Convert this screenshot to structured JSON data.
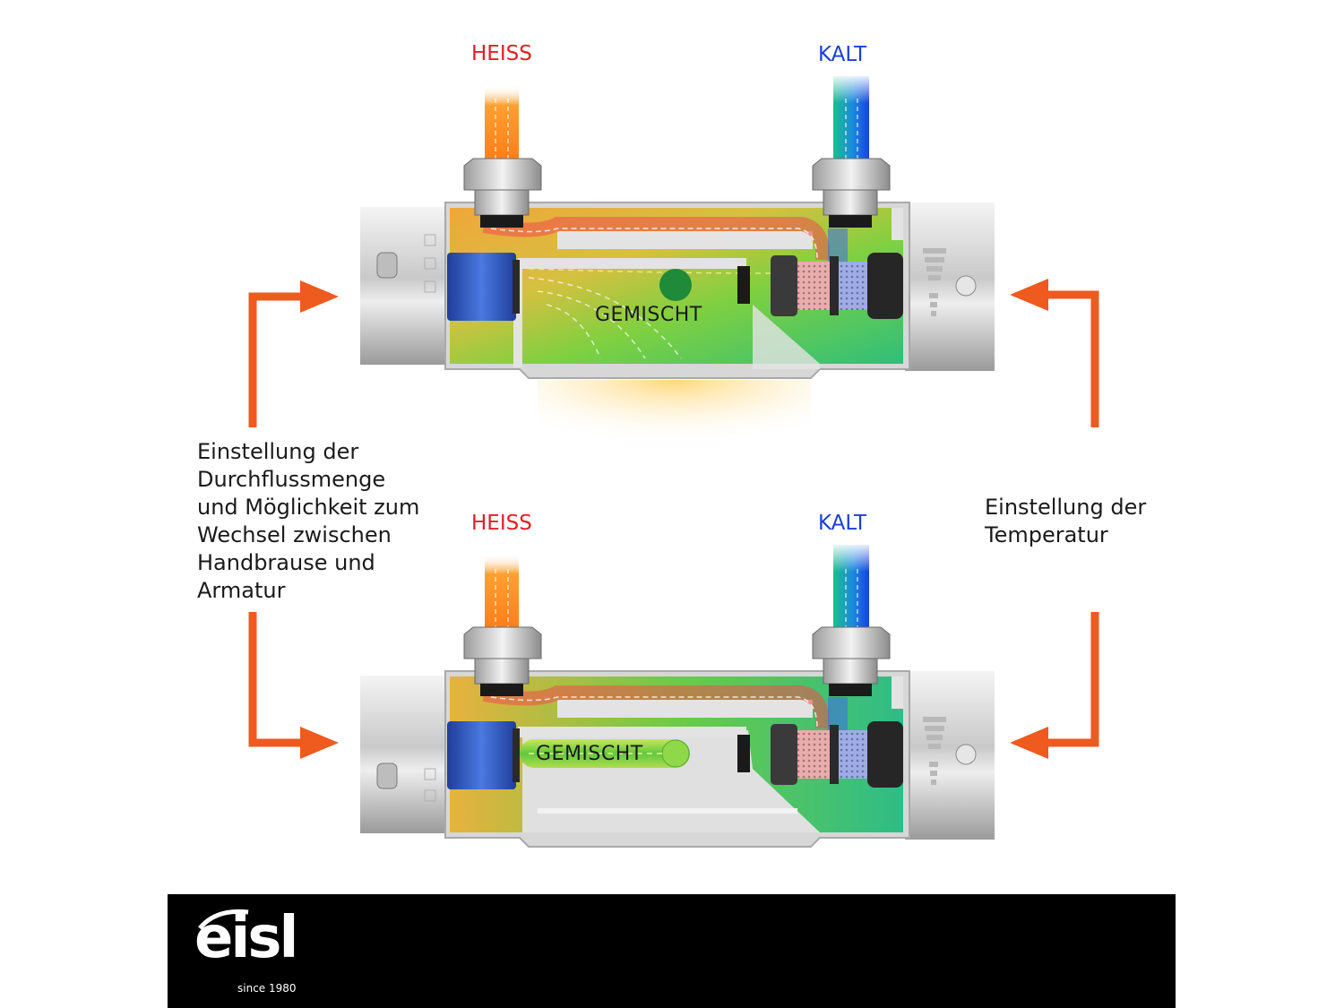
{
  "top_unit": {
    "hot_label": "HEISS",
    "cold_label": "KALT",
    "mixed_label": "GEMISCHT"
  },
  "bottom_unit": {
    "hot_label": "HEISS",
    "cold_label": "KALT",
    "mixed_label": "GEMISCHT"
  },
  "left_note": "Einstellung der\nDurchflussmenge\nund Möglichkeit zum\nWechsel zwischen\nHandbrause und\nArmatur",
  "right_note": "Einstellung der\nTemperatur",
  "logo": {
    "word": "eisl",
    "tagline": "since 1980"
  },
  "colors": {
    "hot": "#e21f26",
    "cold": "#1a3fd6",
    "arrow": "#ef5a1f",
    "footer": "#000000"
  }
}
